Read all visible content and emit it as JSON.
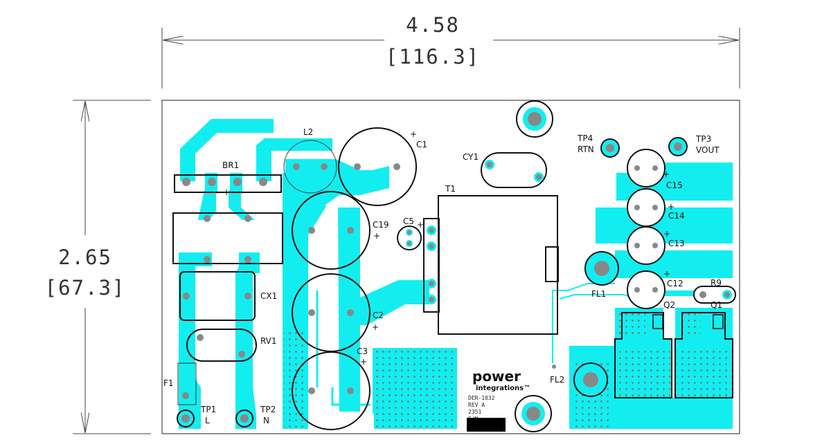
{
  "dimensions": {
    "width_in": "4.58",
    "width_mm": "[116.3]",
    "height_in": "2.65",
    "height_mm": "[67.3]"
  },
  "components": {
    "L2": "L2",
    "C1": "C1",
    "BR1": "BR1",
    "CY1": "CY1",
    "T1": "T1",
    "TP4": "TP4",
    "RTN": "RTN",
    "TP3": "TP3",
    "VOUT": "VOUT",
    "C15": "C15",
    "C14": "C14",
    "C13": "C13",
    "C12": "C12",
    "C19": "C19",
    "C5": "C5",
    "CX1": "CX1",
    "RV1": "RV1",
    "FL1": "FL1",
    "R9": "R9",
    "Q2": "Q2",
    "Q1": "Q1",
    "C2": "C2",
    "C3": "C3",
    "F1": "F1",
    "TP1": "TP1",
    "L": "L",
    "TP2": "TP2",
    "N": "N",
    "FL2": "FL2"
  },
  "branding": {
    "logo_top": "power",
    "logo_bottom": "integrations™",
    "board_id": "DER-1032",
    "revision": "REV A",
    "date_code": "2351",
    "serial": "S/N"
  },
  "colors": {
    "copper": "#12eef0",
    "outline": "#111111",
    "pad": "#888888"
  }
}
